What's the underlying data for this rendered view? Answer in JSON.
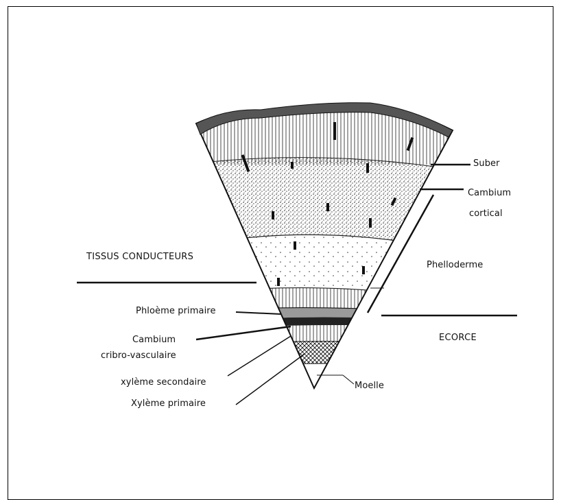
{
  "labels": {
    "suber": "Suber",
    "cambium_cortical_1": "Cambium",
    "cambium_cortical_2": "cortical",
    "phelloderme": "Phelloderme",
    "tissus_conducteurs": "TISSUS CONDUCTEURS",
    "phloeme_primaire": "Phloème primaire",
    "cambium_cribro_1": "Cambium",
    "cambium_cribro_2": "cribro-vasculaire",
    "ecorce": "ECORCE",
    "xyleme_secondaire": "xylème secondaire",
    "xyleme_primaire": "Xylème primaire",
    "moelle": "Moelle"
  }
}
